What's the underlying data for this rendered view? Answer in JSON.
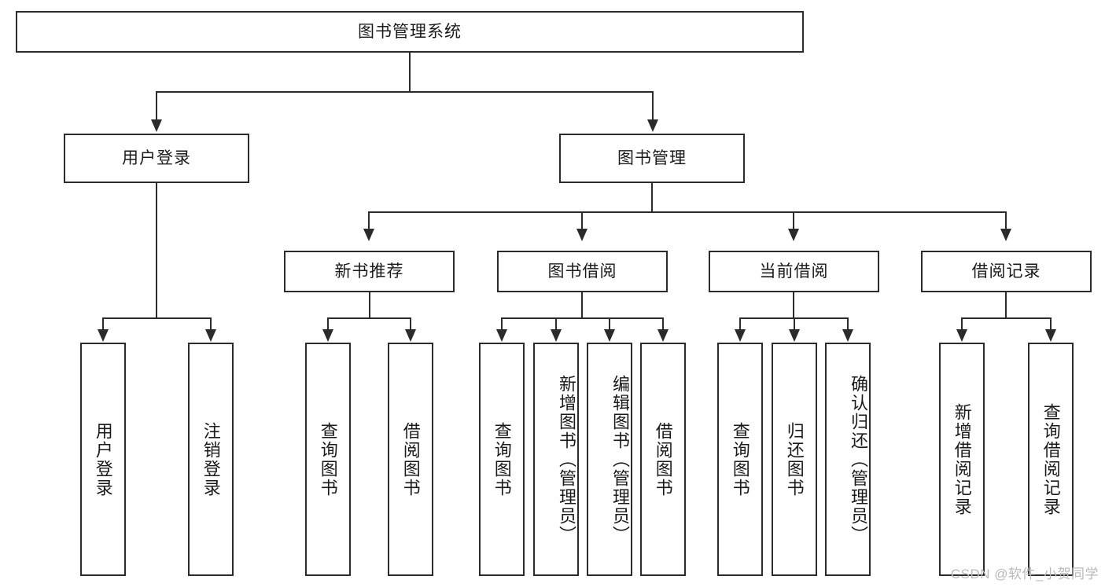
{
  "diagram": {
    "title": "图书管理系统",
    "type": "tree-hierarchy",
    "root": {
      "label": "图书管理系统"
    },
    "level1": [
      {
        "label": "用户登录"
      },
      {
        "label": "图书管理"
      }
    ],
    "level2": [
      {
        "label": "新书推荐",
        "parent": "图书管理"
      },
      {
        "label": "图书借阅",
        "parent": "图书管理"
      },
      {
        "label": "当前借阅",
        "parent": "图书管理"
      },
      {
        "label": "借阅记录",
        "parent": "图书管理"
      }
    ],
    "leaves": {
      "user_login": [
        {
          "label": "用户登录"
        },
        {
          "label": "注销登录"
        }
      ],
      "new_book_recommend": [
        {
          "label": "查询图书"
        },
        {
          "label": "借阅图书"
        }
      ],
      "book_borrow": [
        {
          "label": "查询图书"
        },
        {
          "label": "新增图书（管理员）"
        },
        {
          "label": "编辑图书（管理员）"
        },
        {
          "label": "借阅图书"
        }
      ],
      "current_borrow": [
        {
          "label": "查询图书"
        },
        {
          "label": "归还图书"
        },
        {
          "label": "确认归还（管理员）"
        }
      ],
      "borrow_records": [
        {
          "label": "新增借阅记录"
        },
        {
          "label": "查询借阅记录"
        }
      ]
    }
  },
  "watermark": {
    "text": "CSDN @软件_小贺同学"
  },
  "colors": {
    "stroke": "#2b2b2b",
    "background": "#ffffff",
    "text": "#1a1a1a",
    "watermark": "#b9b9b9"
  }
}
